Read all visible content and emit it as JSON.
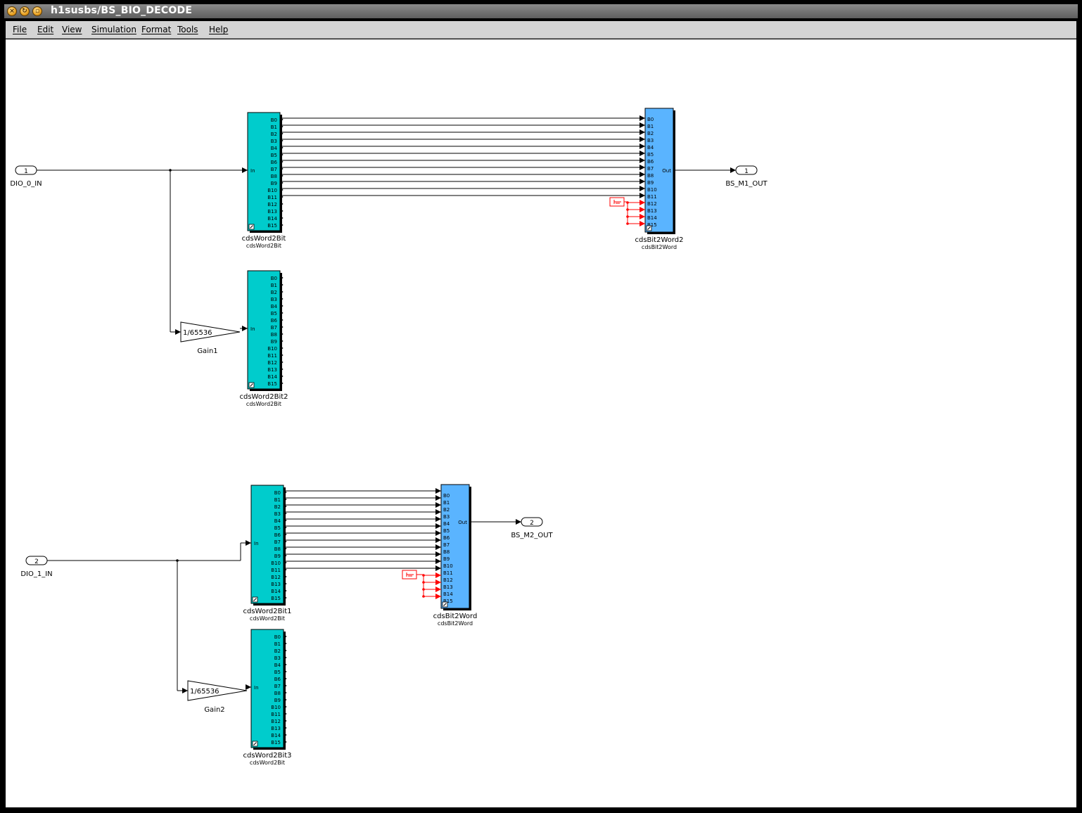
{
  "window": {
    "title": "h1susbs/BS_BIO_DECODE"
  },
  "menu": {
    "items": [
      {
        "label": "File"
      },
      {
        "label": "Edit"
      },
      {
        "label": "View"
      },
      {
        "label": "Simulation"
      },
      {
        "label": "Format"
      },
      {
        "label": "Tools"
      },
      {
        "label": "Help"
      }
    ]
  },
  "colors": {
    "word2bit_block": "#00cccc",
    "bit2word_block": "#5ab4ff",
    "ground_wire": "#ff0000",
    "signal_wire": "#000000"
  },
  "diagram": {
    "bit_labels": [
      "B0",
      "B1",
      "B2",
      "B3",
      "B4",
      "B5",
      "B6",
      "B7",
      "B8",
      "B9",
      "B10",
      "B11",
      "B12",
      "B13",
      "B14",
      "B15"
    ],
    "port_in_label": "In",
    "port_out_label": "Out",
    "inports": [
      {
        "number": "1",
        "name": "DIO_0_IN"
      },
      {
        "number": "2",
        "name": "DIO_1_IN"
      }
    ],
    "outports": [
      {
        "number": "1",
        "name": "BS_M1_OUT"
      },
      {
        "number": "2",
        "name": "BS_M2_OUT"
      }
    ],
    "gains": [
      {
        "value": "1/65536",
        "name": "Gain1"
      },
      {
        "value": "1/65536",
        "name": "Gain2"
      }
    ],
    "word2bit_blocks": [
      {
        "name": "cdsWord2Bit",
        "type": "cdsWord2Bit"
      },
      {
        "name": "cdsWord2Bit2",
        "type": "cdsWord2Bit"
      },
      {
        "name": "cdsWord2Bit1",
        "type": "cdsWord2Bit"
      },
      {
        "name": "cdsWord2Bit3",
        "type": "cdsWord2Bit"
      }
    ],
    "bit2word_blocks": [
      {
        "name": "cdsBit2Word2",
        "type": "cdsBit2Word"
      },
      {
        "name": "cdsBit2Word",
        "type": "cdsBit2Word"
      }
    ]
  }
}
